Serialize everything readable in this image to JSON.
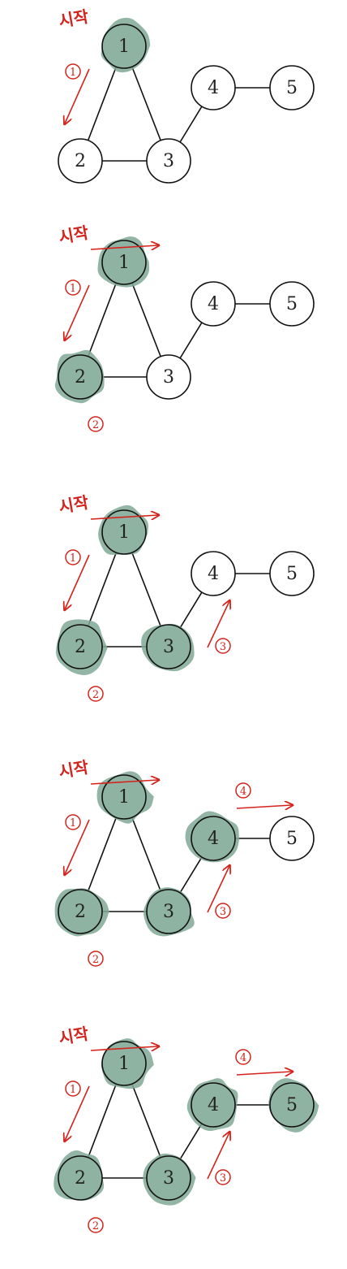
{
  "colors": {
    "visited_fill": "#8fb3a3",
    "visited_blob": "#7fa895",
    "unvisited_fill": "#ffffff",
    "stroke": "#111111",
    "annotation": "#d4231c"
  },
  "start_label": "시작",
  "nodes": [
    {
      "id": "1",
      "label": "1"
    },
    {
      "id": "2",
      "label": "2"
    },
    {
      "id": "3",
      "label": "3"
    },
    {
      "id": "4",
      "label": "4"
    },
    {
      "id": "5",
      "label": "5"
    }
  ],
  "edges": [
    [
      "1",
      "2"
    ],
    [
      "1",
      "3"
    ],
    [
      "2",
      "3"
    ],
    [
      "3",
      "4"
    ],
    [
      "4",
      "5"
    ]
  ],
  "steps": [
    {
      "visited": [
        "1"
      ],
      "arrows": [
        "1"
      ]
    },
    {
      "visited": [
        "1",
        "2"
      ],
      "arrows": [
        "1",
        "2"
      ]
    },
    {
      "visited": [
        "1",
        "2",
        "3"
      ],
      "arrows": [
        "1",
        "2",
        "3"
      ]
    },
    {
      "visited": [
        "1",
        "2",
        "3",
        "4"
      ],
      "arrows": [
        "1",
        "2",
        "3",
        "4"
      ]
    },
    {
      "visited": [
        "1",
        "2",
        "3",
        "4",
        "5"
      ],
      "arrows": [
        "1",
        "2",
        "3",
        "4"
      ]
    }
  ],
  "arrow_labels": {
    "1": "1",
    "2": "2",
    "3": "3",
    "4": "4"
  }
}
